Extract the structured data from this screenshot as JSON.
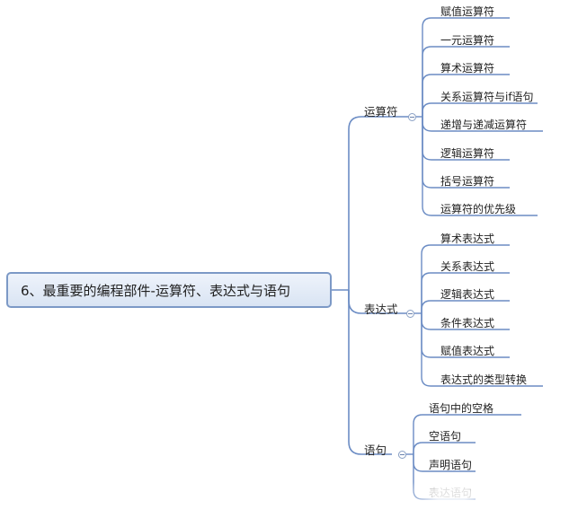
{
  "root": {
    "label": "6、最重要的编程部件-运算符、表达式与语句"
  },
  "branches": [
    {
      "id": "operators",
      "label": "运算符",
      "children": [
        "赋值运算符",
        "一元运算符",
        "算术运算符",
        "关系运算符与if语句",
        "递增与递减运算符",
        "逻辑运算符",
        "括号运算符",
        "运算符的优先级"
      ]
    },
    {
      "id": "expressions",
      "label": "表达式",
      "children": [
        "算术表达式",
        "关系表达式",
        "逻辑表达式",
        "条件表达式",
        "赋值表达式",
        "表达式的类型转换"
      ]
    },
    {
      "id": "statements",
      "label": "语句",
      "children": [
        "语句中的空格",
        "空语句",
        "声明语句",
        "表达语句"
      ]
    }
  ],
  "colors": {
    "line": "#6b8cc4",
    "node_border": "#7c99c6",
    "node_fill": "#e3ebf7"
  }
}
